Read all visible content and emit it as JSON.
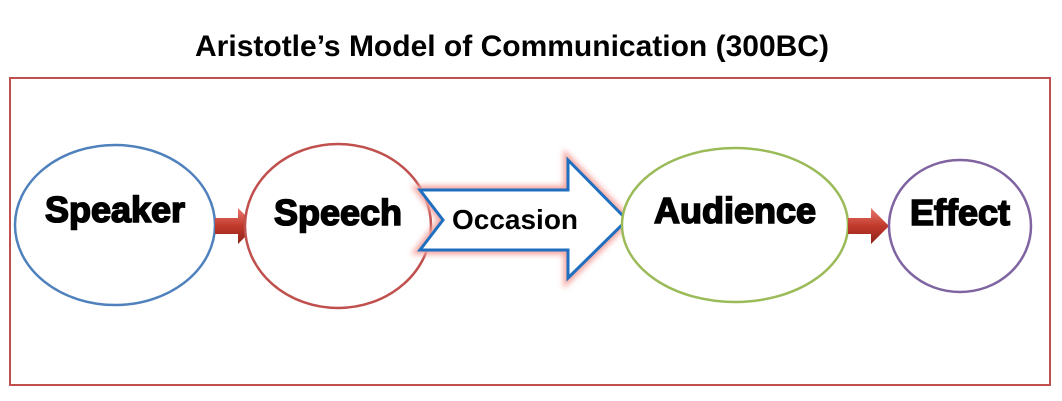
{
  "title": "Aristotle’s Model of Communication (300BC)",
  "nodes": {
    "speaker": "Speaker",
    "speech": "Speech",
    "occasion": "Occasion",
    "audience": "Audience",
    "effect": "Effect"
  },
  "colors": {
    "frame": "#c0504d",
    "speaker": "#4f81bd",
    "speech": "#c0504d",
    "occasion": "#1f6fc1",
    "audience": "#9bbb59",
    "effect": "#8064a2",
    "small_arrow": "#c0392b"
  }
}
